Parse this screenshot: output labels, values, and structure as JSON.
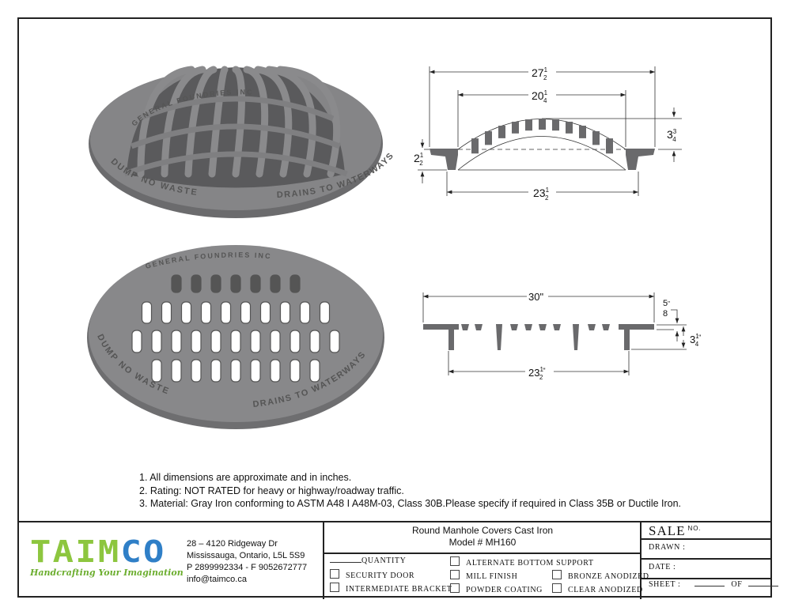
{
  "drawing": {
    "dome_grate": {
      "emboss_top": "GENERAL FOUNDRIES INC",
      "emboss_left": "DUMP NO WASTE",
      "emboss_right": "DRAINS TO WATERWAYS"
    },
    "flat_grate": {
      "emboss_top": "GENERAL FOUNDRIES INC",
      "emboss_left": "DUMP NO WASTE",
      "emboss_right": "DRAINS TO WATERWAYS"
    },
    "dome_dims": {
      "overall": {
        "whole": "27",
        "num": "1",
        "den": "2"
      },
      "dome_width": {
        "whole": "20",
        "num": "1",
        "den": "4"
      },
      "dome_height": {
        "whole": "3",
        "num": "3",
        "den": "4"
      },
      "frame_height": {
        "whole": "2",
        "num": "1",
        "den": "2"
      },
      "base": {
        "whole": "23",
        "num": "1",
        "den": "2"
      }
    },
    "flat_dims": {
      "overall": "30\"",
      "thickness": {
        "num": "5",
        "den": "8",
        "unit": "\""
      },
      "height": {
        "whole": "3",
        "num": "1",
        "den": "4",
        "unit": "\""
      },
      "base": {
        "whole": "23",
        "num": "1",
        "den": "2",
        "unit": "\""
      }
    }
  },
  "notes": [
    "1. All dimensions are approximate and in inches.",
    "2. Rating: NOT RATED for heavy or highway/roadway traffic.",
    "3. Material: Gray Iron conforming to ASTM A48 I A48M-03, Class 30B.Please specify if required in Class 35B or Ductile Iron."
  ],
  "title_block": {
    "logo": {
      "text": "TAIMCO",
      "tagline": "Handcrafting Your Imagination",
      "green": "#8dc63f",
      "blue": "#2f7fc7"
    },
    "address": [
      "28 – 4120 Ridgeway Dr",
      "Mississauga, Ontario, L5L 5S9",
      "P 2899992334 - F 9052672777",
      "info@taimco.ca"
    ],
    "title": "Round Manhole Covers Cast Iron",
    "model": "Model # MH160",
    "quantity_label": "QUANTITY",
    "options": [
      "SECURITY DOOR",
      "INTERMEDIATE BRACKET",
      "ALTERNATE BOTTOM SUPPORT",
      "MILL FINISH",
      "POWDER COATING",
      "BRONZE ANODIZED",
      "CLEAR ANODIZED"
    ],
    "sale_label": "SALE",
    "sale_no": "NO.",
    "drawn": "DRAWN :",
    "date": "DATE :",
    "sheet": "SHEET :",
    "of": "OF"
  }
}
